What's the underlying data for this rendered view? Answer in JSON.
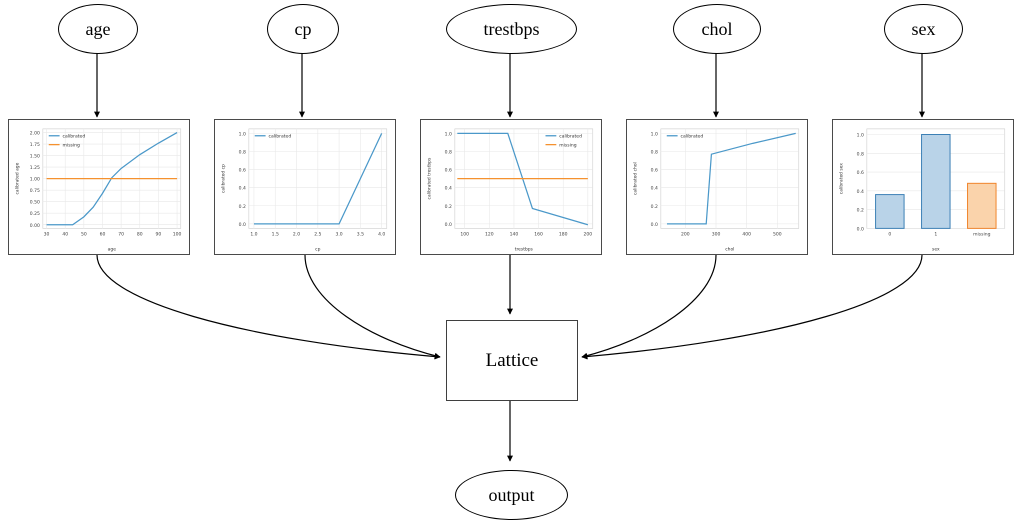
{
  "graph": {
    "input_nodes": [
      {
        "id": "age",
        "label": "age"
      },
      {
        "id": "cp",
        "label": "cp"
      },
      {
        "id": "trestbps",
        "label": "trestbps"
      },
      {
        "id": "chol",
        "label": "chol"
      },
      {
        "id": "sex",
        "label": "sex"
      }
    ],
    "lattice_node": {
      "id": "lattice",
      "label": "Lattice"
    },
    "output_node": {
      "id": "output",
      "label": "output"
    }
  },
  "colors": {
    "calibrated": "#4a98c9",
    "missing": "#f5912e",
    "bar_blue_fill": "#b9d3e8",
    "bar_blue_edge": "#3a7fb5",
    "bar_orange_fill": "#fad3ab",
    "bar_orange_edge": "#f0842a",
    "panel_border": "#4a4a4a",
    "edge_stroke": "#000000"
  },
  "chart_data": [
    {
      "id": "age",
      "type": "line",
      "title": "",
      "xlabel": "age",
      "ylabel": "calibrated age",
      "xlim": [
        28,
        102
      ],
      "ylim": [
        -0.08,
        2.08
      ],
      "xticks": [
        30,
        40,
        50,
        60,
        70,
        80,
        90,
        100
      ],
      "yticks": [
        0.0,
        0.25,
        0.5,
        0.75,
        1.0,
        1.25,
        1.5,
        1.75,
        2.0
      ],
      "ytick_labels": [
        "0.00",
        "0.25",
        "0.50",
        "0.75",
        "1.00",
        "1.25",
        "1.50",
        "1.75",
        "2.00"
      ],
      "grid": true,
      "legend": [
        "calibrated",
        "missing"
      ],
      "legend_position": "upper left",
      "series": [
        {
          "name": "calibrated",
          "color": "#4a98c9",
          "x": [
            30,
            35,
            40,
            44,
            50,
            55,
            60,
            65,
            70,
            80,
            90,
            100
          ],
          "y": [
            0.0,
            0.0,
            0.0,
            0.0,
            0.17,
            0.38,
            0.68,
            1.02,
            1.22,
            1.52,
            1.77,
            2.0
          ]
        },
        {
          "name": "missing",
          "color": "#f5912e",
          "x": [
            30,
            100
          ],
          "y": [
            1.0,
            1.0
          ]
        }
      ]
    },
    {
      "id": "cp",
      "type": "line",
      "title": "",
      "xlabel": "cp",
      "ylabel": "calibrated cp",
      "xlim": [
        0.88,
        4.12
      ],
      "ylim": [
        -0.05,
        1.05
      ],
      "xticks": [
        1.0,
        1.5,
        2.0,
        2.5,
        3.0,
        3.5,
        4.0
      ],
      "xtick_labels": [
        "1.0",
        "1.5",
        "2.0",
        "2.5",
        "3.0",
        "3.5",
        "4.0"
      ],
      "yticks": [
        0.0,
        0.2,
        0.4,
        0.6,
        0.8,
        1.0
      ],
      "ytick_labels": [
        "0.0",
        "0.2",
        "0.4",
        "0.6",
        "0.8",
        "1.0"
      ],
      "grid": true,
      "legend": [
        "calibrated"
      ],
      "legend_position": "upper left",
      "series": [
        {
          "name": "calibrated",
          "color": "#4a98c9",
          "x": [
            1.0,
            2.0,
            3.0,
            4.0
          ],
          "y": [
            0.0,
            0.0,
            0.0,
            1.0
          ]
        }
      ]
    },
    {
      "id": "trestbps",
      "type": "line",
      "title": "",
      "xlabel": "trestbps",
      "ylabel": "calibrated trestbps",
      "xlim": [
        92,
        204
      ],
      "ylim": [
        -0.05,
        1.05
      ],
      "xticks": [
        100,
        120,
        140,
        160,
        180,
        200
      ],
      "yticks": [
        0.0,
        0.2,
        0.4,
        0.6,
        0.8,
        1.0
      ],
      "ytick_labels": [
        "0.0",
        "0.2",
        "0.4",
        "0.6",
        "0.8",
        "1.0"
      ],
      "grid": true,
      "legend": [
        "calibrated",
        "missing"
      ],
      "legend_position": "upper right",
      "series": [
        {
          "name": "calibrated",
          "color": "#4a98c9",
          "x": [
            94,
            120,
            135,
            155,
            200
          ],
          "y": [
            1.0,
            1.0,
            1.0,
            0.17,
            -0.01
          ]
        },
        {
          "name": "missing",
          "color": "#f5912e",
          "x": [
            94,
            200
          ],
          "y": [
            0.5,
            0.5
          ]
        }
      ]
    },
    {
      "id": "chol",
      "type": "line",
      "title": "",
      "xlabel": "chol",
      "ylabel": "calibrated chol",
      "xlim": [
        120,
        570
      ],
      "ylim": [
        -0.05,
        1.05
      ],
      "xticks": [
        200,
        300,
        400,
        500
      ],
      "yticks": [
        0.0,
        0.2,
        0.4,
        0.6,
        0.8,
        1.0
      ],
      "ytick_labels": [
        "0.0",
        "0.2",
        "0.4",
        "0.6",
        "0.8",
        "1.0"
      ],
      "grid": true,
      "legend": [
        "calibrated"
      ],
      "legend_position": "upper left",
      "series": [
        {
          "name": "calibrated",
          "color": "#4a98c9",
          "x": [
            140,
            230,
            268,
            285,
            420,
            560
          ],
          "y": [
            0.0,
            0.0,
            0.0,
            0.77,
            0.89,
            1.0
          ]
        }
      ]
    },
    {
      "id": "sex",
      "type": "bar",
      "title": "",
      "xlabel": "sex",
      "ylabel": "calibrated sex",
      "ylim": [
        0.0,
        1.06
      ],
      "yticks": [
        0.0,
        0.2,
        0.4,
        0.6,
        0.8,
        1.0
      ],
      "ytick_labels": [
        "0.0",
        "0.2",
        "0.4",
        "0.6",
        "0.8",
        "1.0"
      ],
      "grid": true,
      "categories": [
        "0",
        "1",
        "missing"
      ],
      "values": [
        0.36,
        1.0,
        0.48
      ],
      "bar_colors": [
        "#b9d3e8",
        "#b9d3e8",
        "#fad3ab"
      ],
      "bar_edge_colors": [
        "#3a7fb5",
        "#3a7fb5",
        "#f0842a"
      ]
    }
  ]
}
